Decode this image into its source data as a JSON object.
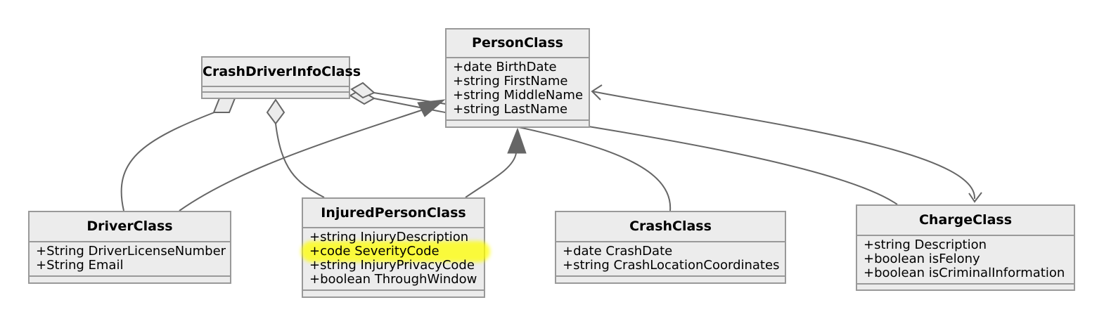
{
  "classes": {
    "person": {
      "name": "PersonClass",
      "attributes": [
        "+date BirthDate",
        "+string FirstName",
        "+string MiddleName",
        "+string LastName"
      ]
    },
    "crash_driver_info": {
      "name": "CrashDriverInfoClass",
      "attributes": []
    },
    "driver": {
      "name": "DriverClass",
      "attributes": [
        "+String DriverLicenseNumber",
        "+String Email"
      ]
    },
    "injured_person": {
      "name": "InjuredPersonClass",
      "attributes": [
        "+string InjuryDescription",
        "+code SeverityCode",
        "+string InjuryPrivacyCode",
        "+boolean ThroughWindow"
      ],
      "highlighted_attribute": "+code SeverityCode"
    },
    "crash": {
      "name": "CrashClass",
      "attributes": [
        "+date CrashDate",
        "+string CrashLocationCoordinates"
      ]
    },
    "charge": {
      "name": "ChargeClass",
      "attributes": [
        "+string Description",
        "+boolean isFelony",
        "+boolean isCriminalInformation"
      ]
    }
  },
  "relationships": [
    {
      "from": "CrashDriverInfoClass",
      "to": "DriverClass",
      "type": "aggregation"
    },
    {
      "from": "CrashDriverInfoClass",
      "to": "InjuredPersonClass",
      "type": "aggregation"
    },
    {
      "from": "CrashDriverInfoClass",
      "to": "CrashClass",
      "type": "aggregation"
    },
    {
      "from": "CrashDriverInfoClass",
      "to": "ChargeClass",
      "type": "aggregation"
    },
    {
      "from": "DriverClass",
      "to": "PersonClass",
      "type": "inheritance"
    },
    {
      "from": "InjuredPersonClass",
      "to": "PersonClass",
      "type": "inheritance"
    },
    {
      "from": "PersonClass",
      "to": "ChargeClass",
      "type": "association",
      "bidirectional_arrows": true
    }
  ],
  "colors": {
    "box_fill": "#ececec",
    "box_border": "#999999",
    "edge": "#666666",
    "highlight": "#ffff00"
  }
}
